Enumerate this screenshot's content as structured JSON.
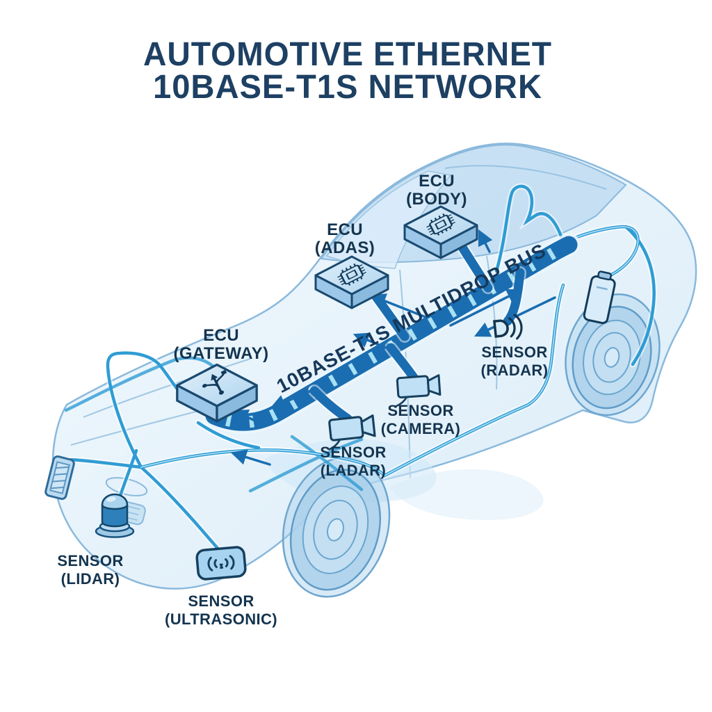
{
  "title": {
    "line1": "AUTOMOTIVE ETHERNET",
    "line2": "10BASE-T1S NETWORK"
  },
  "bus": {
    "label": "10BASE-T1S MULTIDROP BUS"
  },
  "nodes": {
    "ecu_body": {
      "line1": "ECU",
      "line2": "(BODY)"
    },
    "ecu_adas": {
      "line1": "ECU",
      "line2": "(ADAS)"
    },
    "ecu_gateway": {
      "line1": "ECU",
      "line2": "(GATEWAY)"
    },
    "sensor_radar": {
      "line1": "SENSOR",
      "line2": "(RADAR)"
    },
    "sensor_camera": {
      "line1": "SENSOR",
      "line2": "(CAMERA)"
    },
    "sensor_ladar": {
      "line1": "SENSOR",
      "line2": "(LADAR)"
    },
    "sensor_lidar": {
      "line1": "SENSOR",
      "line2": "(LIDAR)"
    },
    "sensor_ultrasonic": {
      "line1": "SENSOR",
      "line2": "(ULTRASONIC)"
    }
  },
  "icons": [
    "chip-icon",
    "usb-hub-icon",
    "radar-waves-icon",
    "video-camera-icon",
    "lidar-cylinder-icon",
    "ultrasonic-waves-icon",
    "front-grille-panel-icon",
    "rear-connector-icon"
  ],
  "colors": {
    "background": "#ffffff",
    "title": "#1d4063",
    "label": "#14344f",
    "bus": "#1a6db0",
    "bus_tick": "#a8e0f4",
    "cable": "#2f9cd4",
    "car_fill": "#cfe7f7",
    "car_line": "#8ab9dc"
  }
}
